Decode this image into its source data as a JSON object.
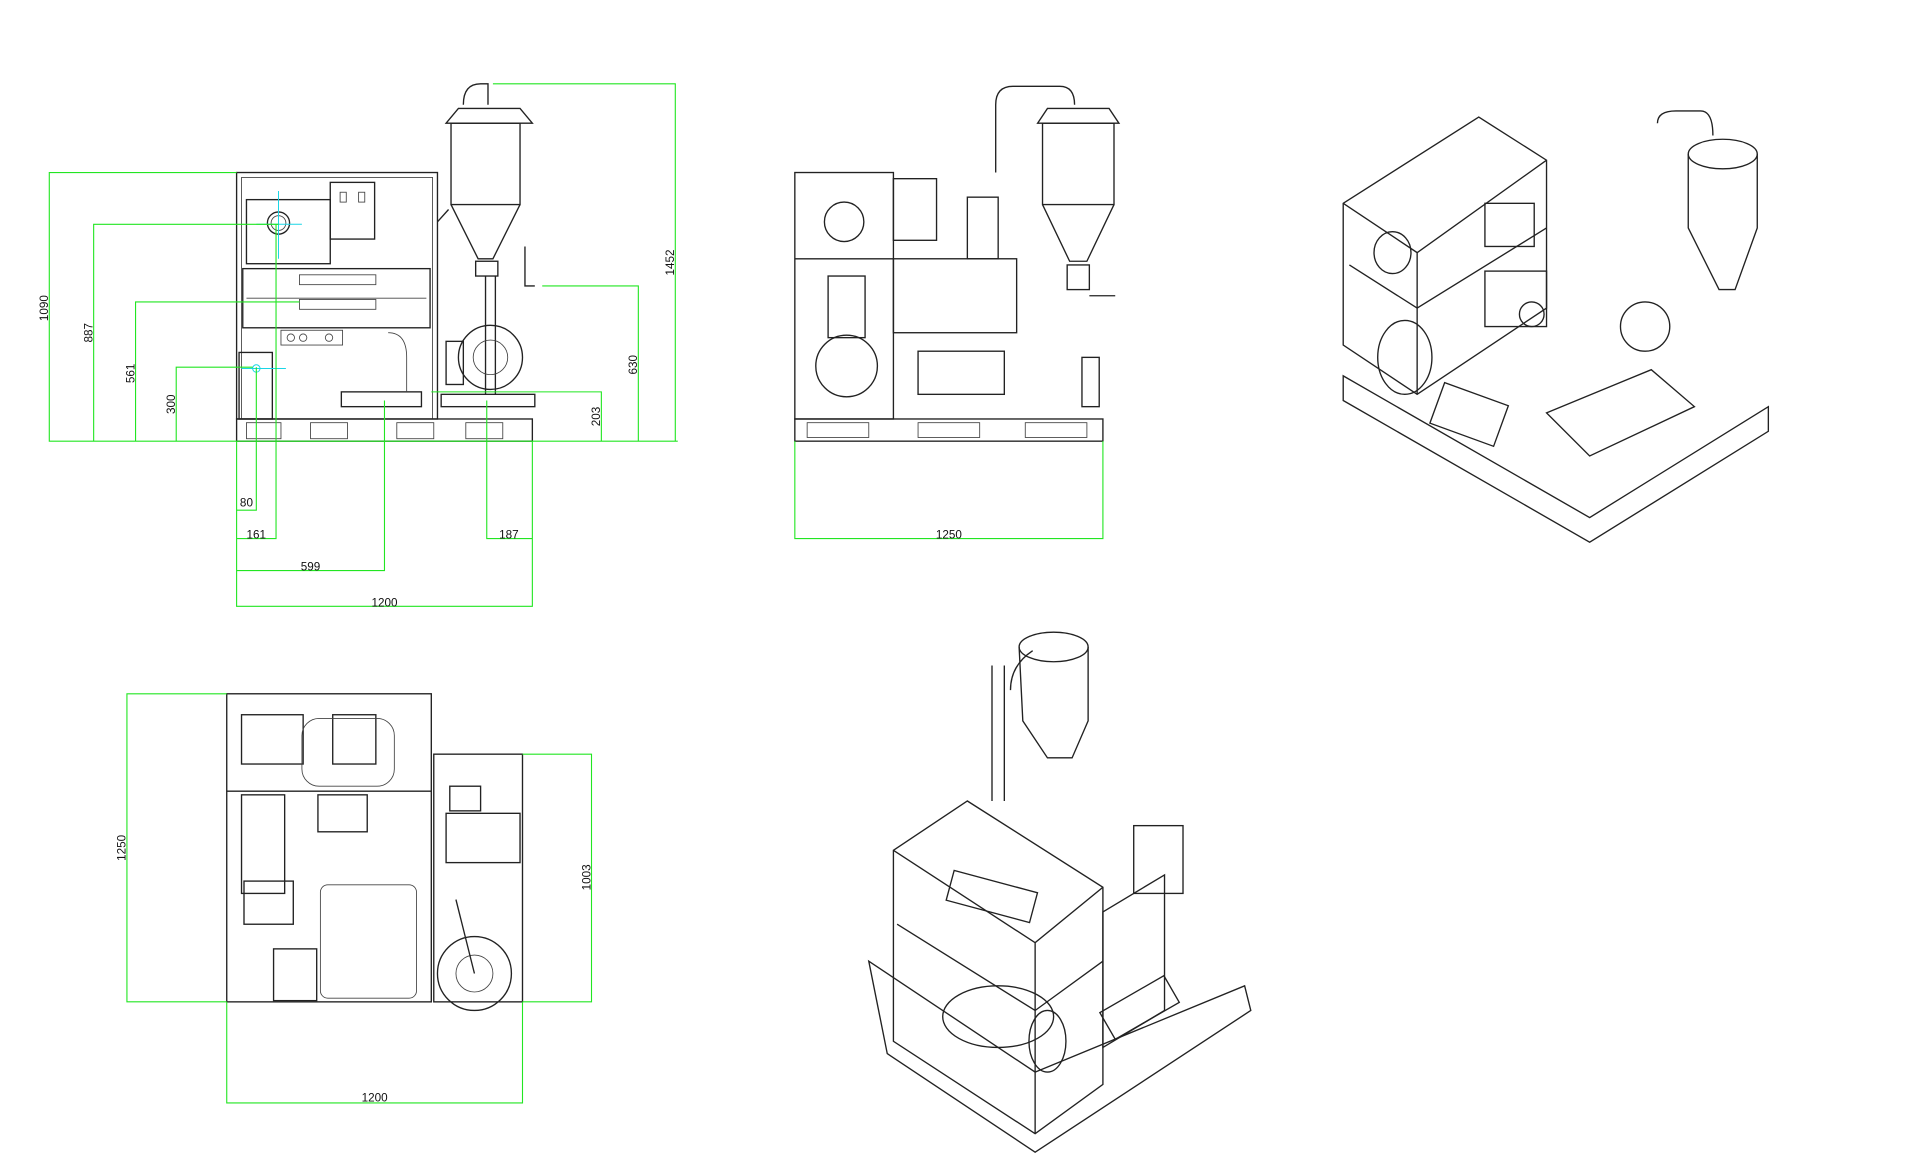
{
  "front_view": {
    "dims": {
      "h_frame": "1090",
      "h_pump_center": "887",
      "h_drawer": "561",
      "h_fitting": "300",
      "h_total": "1452",
      "h_crank": "630",
      "h_base": "203",
      "w_fitting": "80",
      "w_pump_center": "161",
      "w_plate": "599",
      "w_hopper_offset": "187",
      "w_total": "1200"
    }
  },
  "side_view": {
    "dims": {
      "depth": "1250"
    }
  },
  "top_view": {
    "dims": {
      "depth": "1250",
      "module_depth": "1003",
      "width": "1200"
    }
  },
  "colors": {
    "dimension": "#22e622",
    "centerline": "#1ad6e6",
    "drawing": "#222222"
  }
}
